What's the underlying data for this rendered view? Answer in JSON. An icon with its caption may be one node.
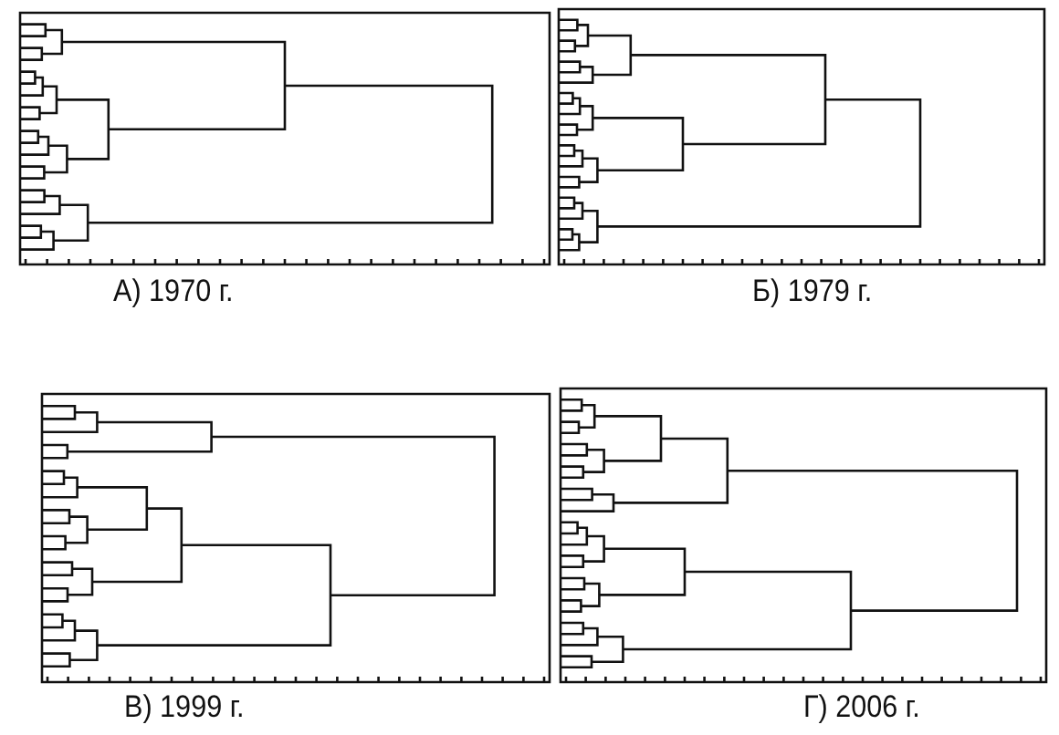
{
  "diagram": {
    "labels": [
      "А) 1970 г.",
      "Б) 1979 г.",
      "В) 1999 г.",
      "Г) 2006 г."
    ]
  }
}
